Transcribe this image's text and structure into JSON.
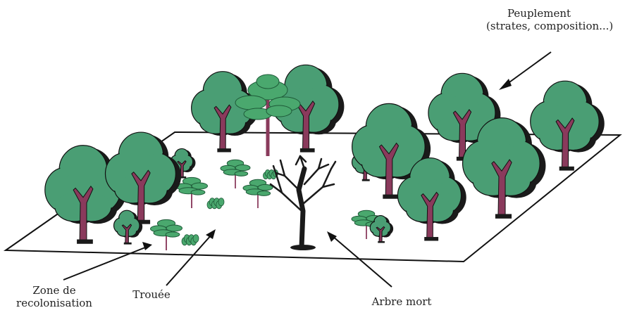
{
  "labels": {
    "peuplement_line1": "Peuplement",
    "peuplement_line2": "(strates, composition...)",
    "zone_line1": "Zone de",
    "zone_line2": "recolonisation",
    "trouee": "Trouée",
    "arbre_mort": "Arbre mort"
  },
  "colors": {
    "canopy": "#4a9e74",
    "canopy_shadow": "#1a1a1a",
    "trunk": "#8a3a5c",
    "pine_leaf": "#4aa86e",
    "dead_tree": "#1a1a1a",
    "outline": "#111111",
    "arrow": "#111111"
  }
}
